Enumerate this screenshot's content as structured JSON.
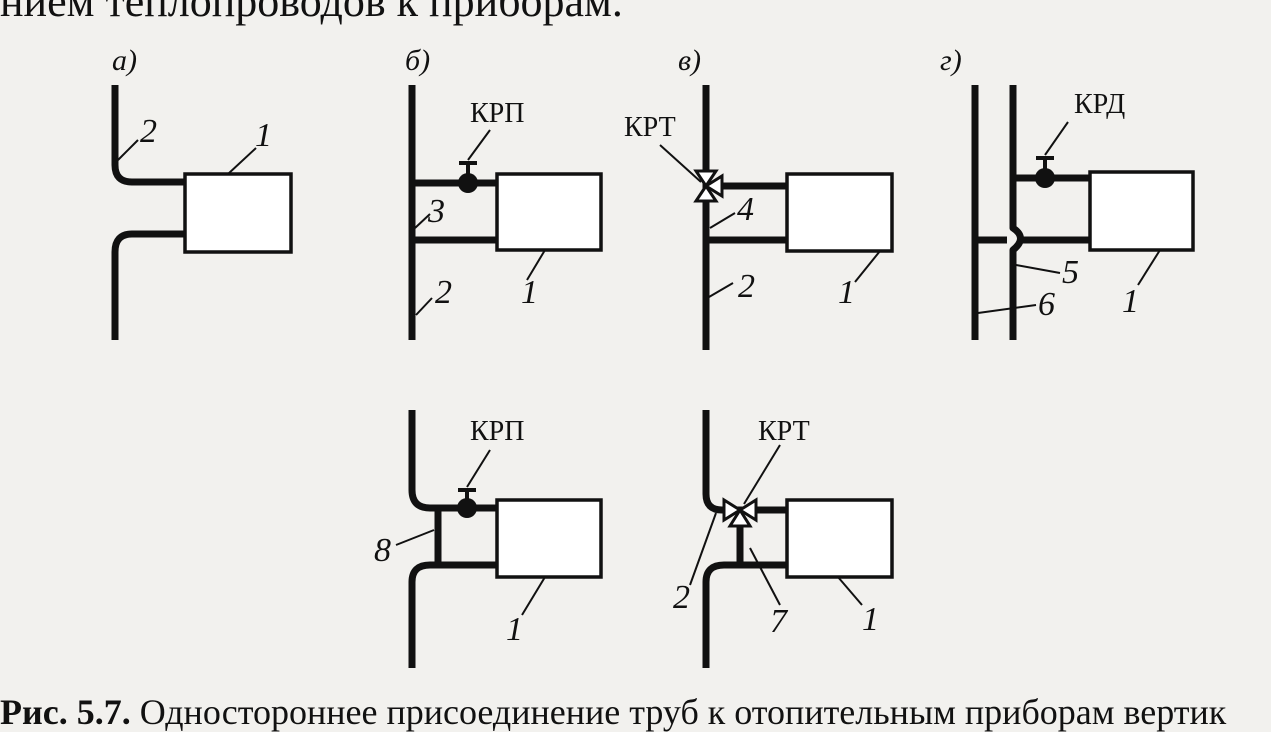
{
  "header_text": "нием теплопроводов к приборам.",
  "panels": {
    "a": {
      "tag": "а)",
      "labels": [
        "2",
        "1"
      ]
    },
    "b": {
      "tag": "б)",
      "valve": "КРП",
      "labels": [
        "3",
        "2",
        "1"
      ]
    },
    "v": {
      "tag": "в)",
      "valve": "КРТ",
      "labels": [
        "4",
        "2",
        "1"
      ]
    },
    "g": {
      "tag": "г)",
      "valve": "КРД",
      "labels": [
        "5",
        "6",
        "1"
      ]
    },
    "d": {
      "tag": "",
      "valve": "КРП",
      "labels": [
        "8",
        "1"
      ]
    },
    "e": {
      "tag": "",
      "valve": "КРТ",
      "labels": [
        "2",
        "7",
        "1"
      ]
    }
  },
  "caption": {
    "number": "Рис. 5.7.",
    "text": "Одностороннее присоединение труб к отопительным приборам вертик"
  }
}
